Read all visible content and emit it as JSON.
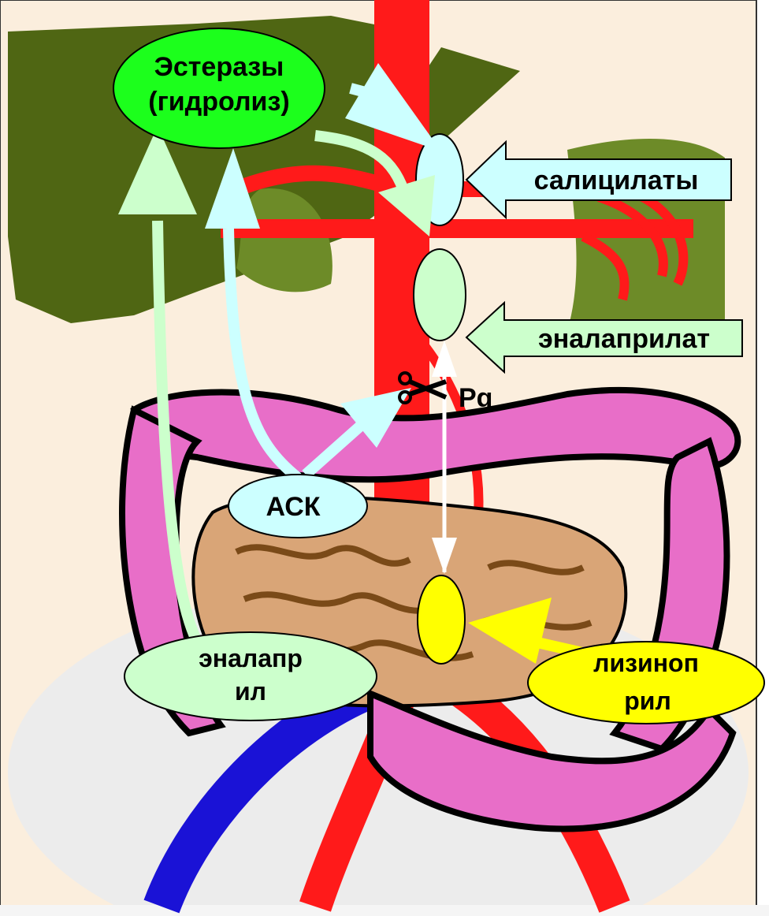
{
  "labels": {
    "esterases_line1": "Эстеразы",
    "esterases_line2": "(гидролиз)",
    "salicylates": "салицилаты",
    "enalaprilat": "эналаприлат",
    "pg": "Pg",
    "ask": "АСК",
    "enalapril_line1": "эналапр",
    "enalapril_line2": "ил",
    "lisinopril_line1": "лизиноп",
    "lisinopril_line2": "рил"
  },
  "colors": {
    "liver": "#4f6613",
    "artery": "#ff1a1a",
    "intestine": "#e86ec8",
    "small_intestine": "#d9a577",
    "vein": "#1a12d6",
    "esterase_ellipse": "#1cff1c",
    "light_cyan": "#ccffff",
    "light_green": "#ccffcc",
    "yellow": "#ffff00",
    "background_peach": "#fbeedd"
  },
  "icons": {
    "scissors": "scissors-icon"
  }
}
